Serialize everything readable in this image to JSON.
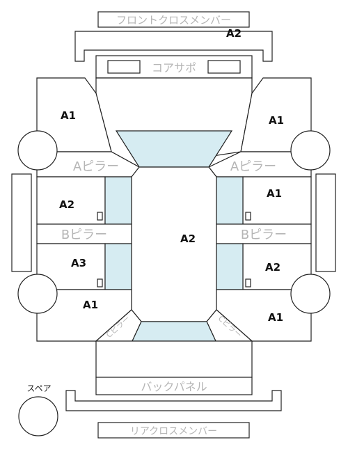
{
  "labels": {
    "front_cross_member": "フロントクロスメンバー",
    "core_support": "コアサポ",
    "a_pillar_left": "Aピラー",
    "a_pillar_right": "Aピラー",
    "b_pillar_left": "Bピラー",
    "b_pillar_right": "Bピラー",
    "c_pillar_left": "Cピラー",
    "c_pillar_right": "Cピラー",
    "back_panel": "バックパネル",
    "rear_cross_member": "リアクロスメンバー",
    "spare": "スペア"
  },
  "zones": {
    "front_bumper_beam": "A2",
    "fender_left_front": "A1",
    "fender_right_front": "A1",
    "door_left_front": "A2",
    "door_right_front": "A1",
    "roof": "A2",
    "door_left_rear": "A3",
    "door_right_rear": "A2",
    "quarter_left": "A1",
    "quarter_right": "A1"
  },
  "colors": {
    "outline": "#222222",
    "glass": "#d6ecf2",
    "muted_text": "#b5b5b5"
  }
}
